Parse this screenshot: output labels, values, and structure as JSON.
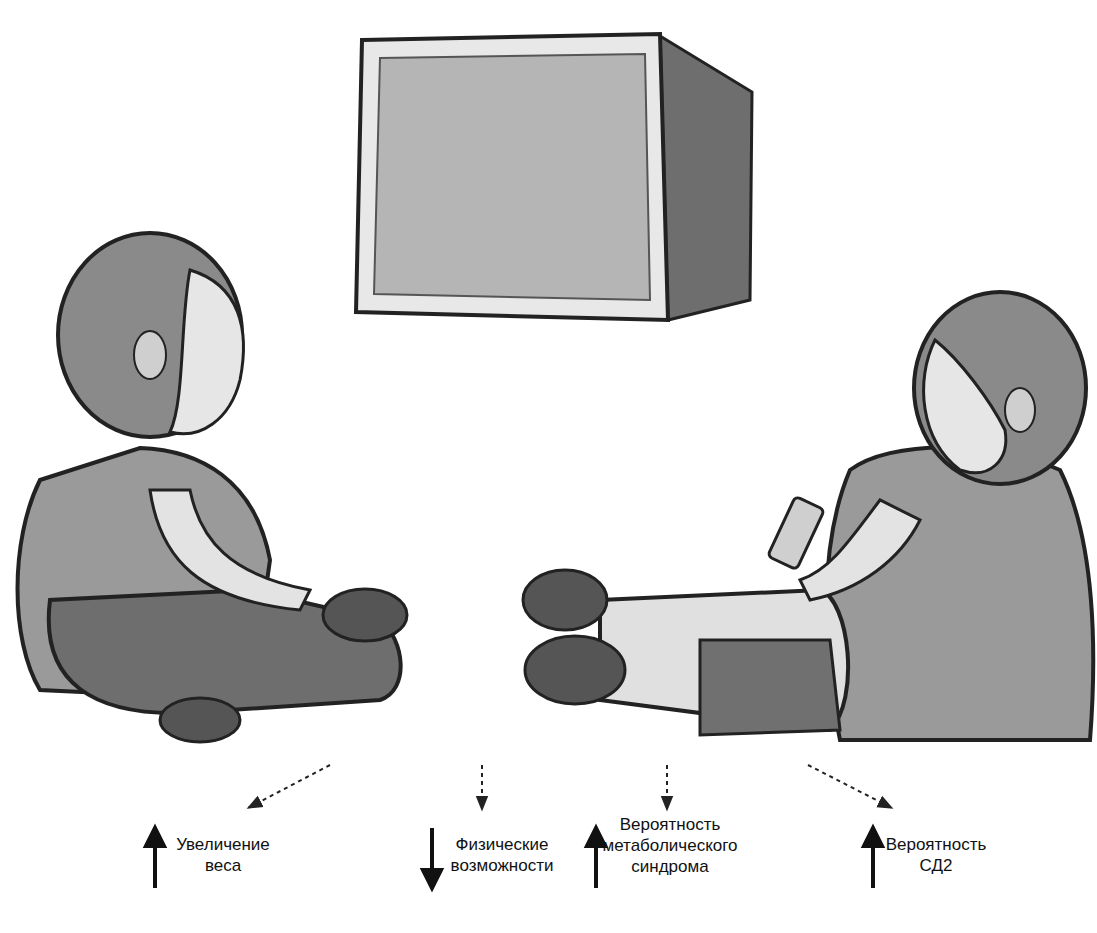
{
  "diagram": {
    "labels": [
      "Увеличение веса",
      "Физические возможности",
      "Вероятность метаболического синдрома",
      "Вероятность СД2"
    ]
  }
}
